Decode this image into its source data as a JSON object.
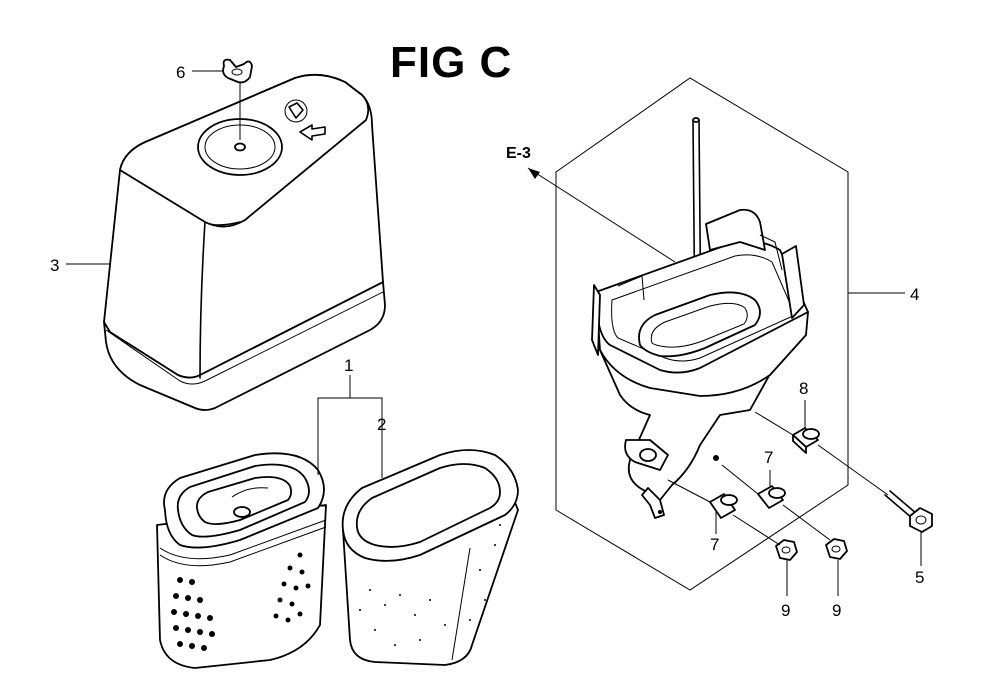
{
  "title": "FIG C",
  "reference": "E-3",
  "callouts": {
    "p1": "1",
    "p2": "2",
    "p3": "3",
    "p4": "4",
    "p5": "5",
    "p6": "6",
    "p7a": "7",
    "p7b": "7",
    "p8": "8",
    "p9a": "9",
    "p9b": "9"
  },
  "parts": [
    {
      "number": "1",
      "name": "air-filter-element"
    },
    {
      "number": "2",
      "name": "foam-pre-filter"
    },
    {
      "number": "3",
      "name": "air-cleaner-cover"
    },
    {
      "number": "4",
      "name": "air-cleaner-case"
    },
    {
      "number": "5",
      "name": "bolt"
    },
    {
      "number": "6",
      "name": "wing-nut"
    },
    {
      "number": "7",
      "name": "collar"
    },
    {
      "number": "8",
      "name": "collar"
    },
    {
      "number": "9",
      "name": "flange-nut"
    }
  ]
}
